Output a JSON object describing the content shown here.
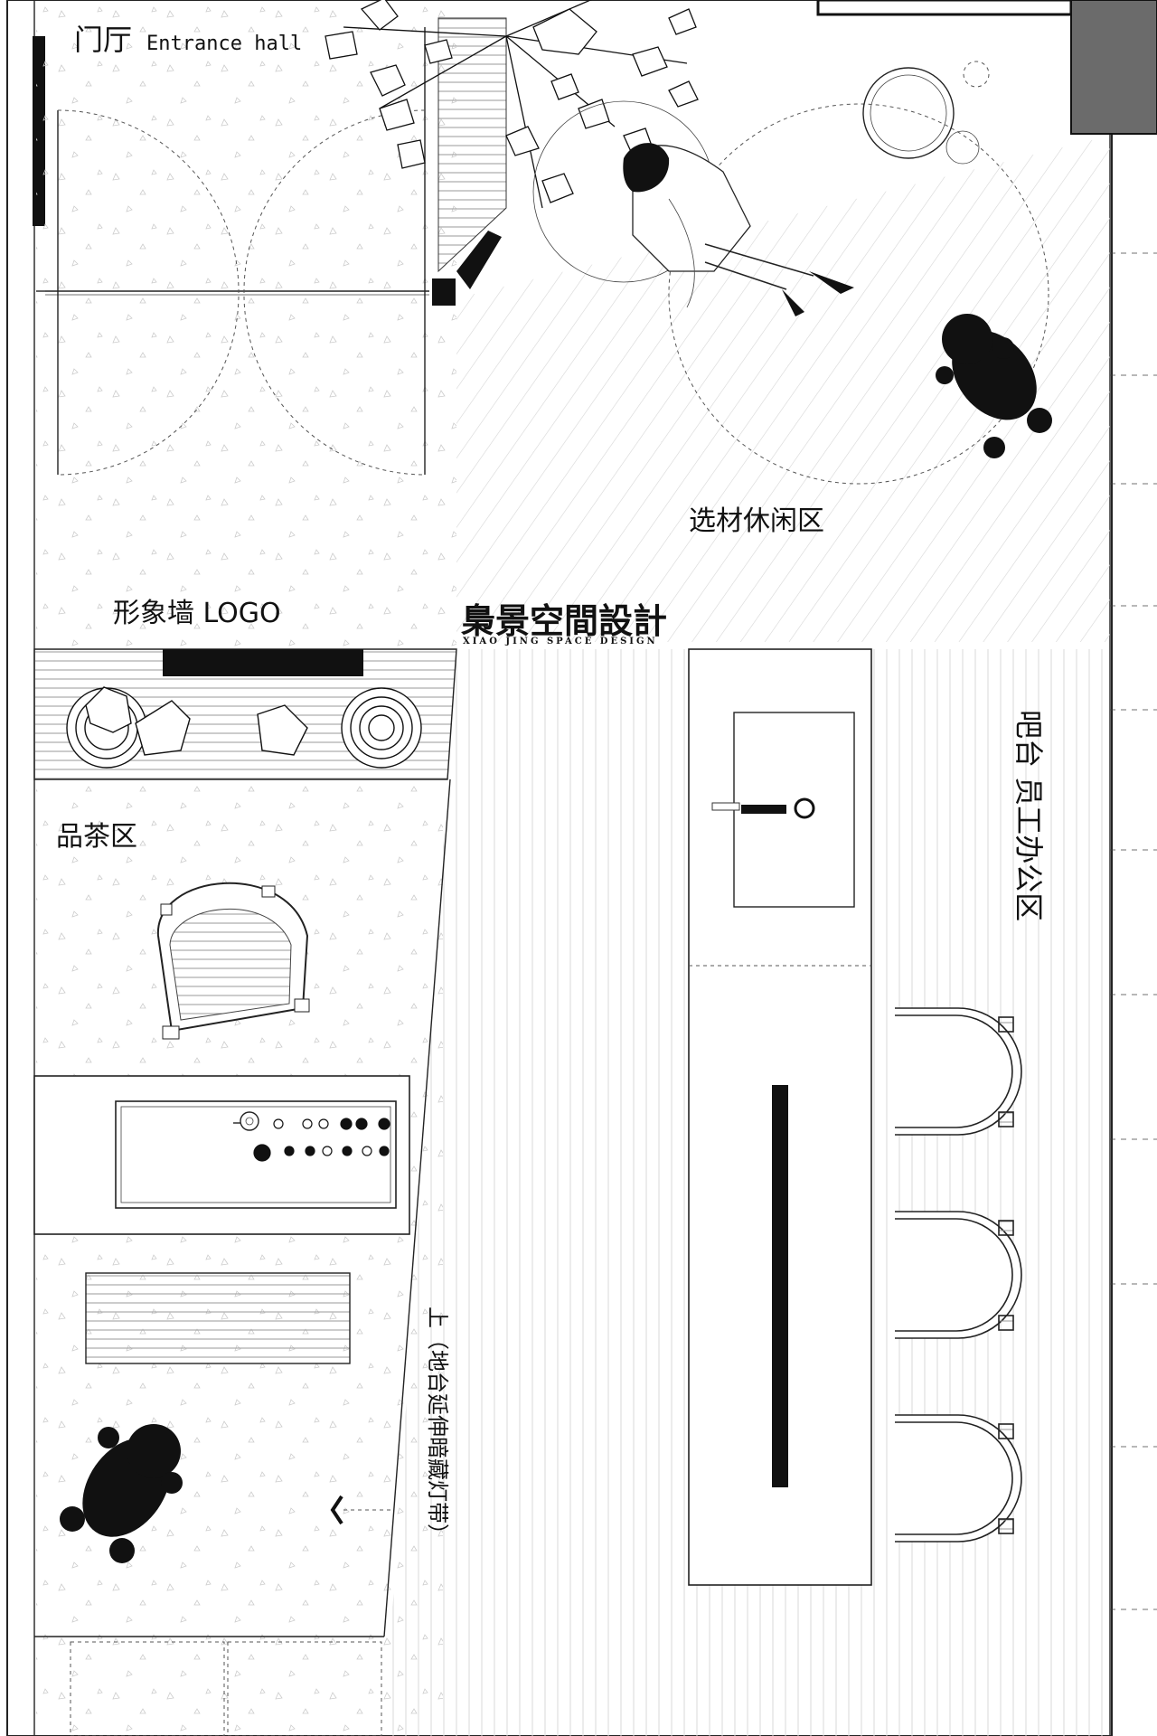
{
  "labels": {
    "entrance": "门厅",
    "entrance_en": "Entrance hall",
    "leisure": "选材休闲区",
    "logo_wall": "形象墙 LOGO",
    "tea": "品茶区",
    "bar": "吧台 员工办公区",
    "stair_up": "上（地台延伸暗藏灯带）"
  },
  "brand": {
    "name": "梟景空間設計",
    "name_en": "XIAO JING SPACE DESIGN"
  },
  "colors": {
    "ink": "#111111",
    "gray_block": "#6b6b6b",
    "line": "#222222"
  },
  "icons": [
    "plant-icon",
    "person-icon",
    "dog-icon",
    "chair-icon",
    "stool-icon",
    "rock-icon",
    "teapot-icon"
  ]
}
